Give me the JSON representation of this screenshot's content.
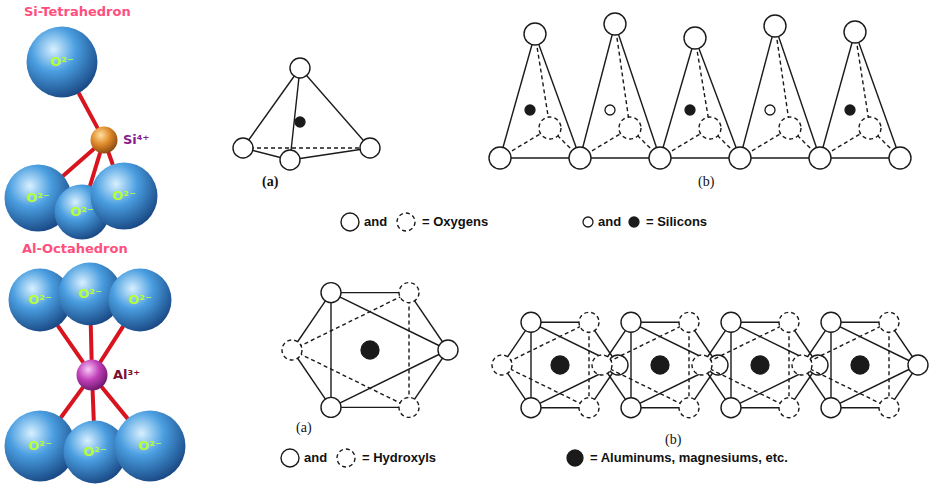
{
  "diagram": {
    "nodes": [
      {
        "text": [
          "O²⁻"
        ]
      },
      {
        "text": [
          "Si⁴⁺"
        ]
      },
      {
        "text": [
          "O²⁻"
        ]
      },
      {
        "text": [
          "O²⁻"
        ]
      },
      {
        "text": [
          "O²⁻"
        ]
      },
      {
        "text": [
          "O²⁻"
        ]
      },
      {
        "text": [
          "O²⁻"
        ]
      },
      {
        "text": [
          "O²⁻"
        ]
      },
      {
        "text": [
          "Al³⁺"
        ]
      },
      {
        "text": [
          "O²⁻"
        ]
      },
      {
        "text": [
          "O²⁻"
        ]
      },
      {
        "text": [
          "O²⁻"
        ]
      }
    ],
    "edges": [
      {
        "from": 1,
        "to": 0,
        "arrow": "none"
      },
      {
        "from": 1,
        "to": 2,
        "arrow": "none"
      },
      {
        "from": 1,
        "to": 3,
        "arrow": "none"
      },
      {
        "from": 1,
        "to": 4,
        "arrow": "none"
      },
      {
        "from": 8,
        "to": 5,
        "arrow": "none"
      },
      {
        "from": 8,
        "to": 6,
        "arrow": "none"
      },
      {
        "from": 8,
        "to": 7,
        "arrow": "none"
      },
      {
        "from": 8,
        "to": 9,
        "arrow": "none"
      },
      {
        "from": 8,
        "to": 10,
        "arrow": "none"
      },
      {
        "from": 8,
        "to": 11,
        "arrow": "none"
      }
    ],
    "labels": [
      "Si-Tetrahedron",
      "(a)",
      "(b)",
      "and",
      "and",
      "Al-Octahedron",
      "(a)",
      "(b)",
      "and"
    ],
    "legend": [
      {
        "text": "= Oxygens"
      },
      {
        "text": "= Silicons"
      },
      {
        "text": "= Hydroxyls"
      },
      {
        "text": "= Aluminums, magnesiums, etc."
      }
    ]
  }
}
